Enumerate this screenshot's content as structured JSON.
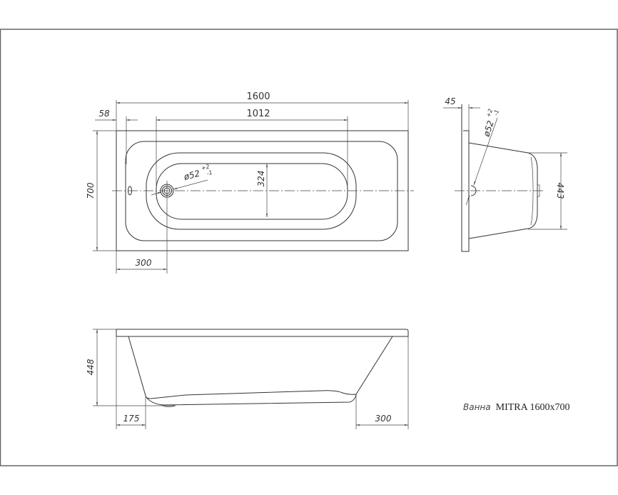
{
  "top_view": {
    "dim_length": "1600",
    "dim_inner_length": "1012",
    "dim_rim_offset": "58",
    "dim_width": "700",
    "dim_basin_width": "324",
    "dim_drain_offset": "300",
    "drain_diameter": "ø52",
    "drain_tol_plus": "+2",
    "drain_tol_minus": "-1"
  },
  "side_view": {
    "dim_rim": "45",
    "dim_end_height": "443",
    "drain_diameter": "ø52",
    "drain_tol_plus": "+2",
    "drain_tol_minus": "-1"
  },
  "front_view": {
    "dim_height": "448",
    "dim_left": "175",
    "dim_right": "300"
  },
  "title": {
    "prefix": "Ванна",
    "model": "MITRA 1600x700"
  }
}
